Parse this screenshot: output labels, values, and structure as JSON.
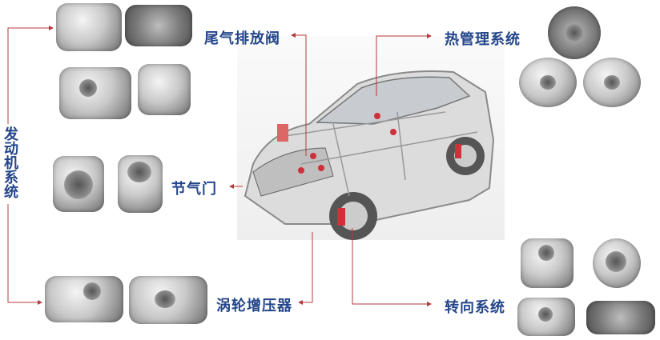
{
  "labels": {
    "engine_system": "发动机系统",
    "exhaust_valve": "尾气排放阀",
    "throttle": "节气门",
    "turbocharger": "涡轮增压器",
    "thermal_management": "热管理系统",
    "steering_system": "转向系统"
  },
  "colors": {
    "label": "#24468a",
    "connector": "#b5393b",
    "highlight": "#d0303a"
  }
}
